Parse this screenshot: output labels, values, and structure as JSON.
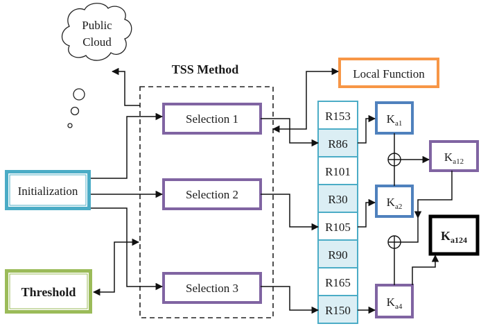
{
  "title": "TSS Method",
  "cloud": {
    "line1": "Public",
    "line2": "Cloud"
  },
  "nodes": {
    "initialization": "Initialization",
    "threshold": "Threshold",
    "local_function": "Local Function",
    "selection1": "Selection 1",
    "selection2": "Selection 2",
    "selection3": "Selection 3"
  },
  "registers": [
    {
      "label": "R153",
      "shaded": false
    },
    {
      "label": "R86",
      "shaded": true
    },
    {
      "label": "R101",
      "shaded": false
    },
    {
      "label": "R30",
      "shaded": true
    },
    {
      "label": "R105",
      "shaded": false
    },
    {
      "label": "R90",
      "shaded": true
    },
    {
      "label": "R165",
      "shaded": false
    },
    {
      "label": "R150",
      "shaded": true
    }
  ],
  "keys": {
    "ka1": {
      "base": "K",
      "sub": "a1"
    },
    "ka2": {
      "base": "K",
      "sub": "a2"
    },
    "ka4": {
      "base": "K",
      "sub": "a4"
    },
    "ka12": {
      "base": "K",
      "sub": "a12"
    },
    "ka124": {
      "base": "K",
      "sub": "a124"
    }
  },
  "colors": {
    "init_border": "#4bacc6",
    "threshold_border": "#9bbb59",
    "local_border": "#f79646",
    "selection_border": "#8064a2",
    "key_blue_border": "#4f81bd",
    "key_purple_border": "#8064a2",
    "register_border": "#4bacc6",
    "register_shade": "#dbeef4"
  }
}
